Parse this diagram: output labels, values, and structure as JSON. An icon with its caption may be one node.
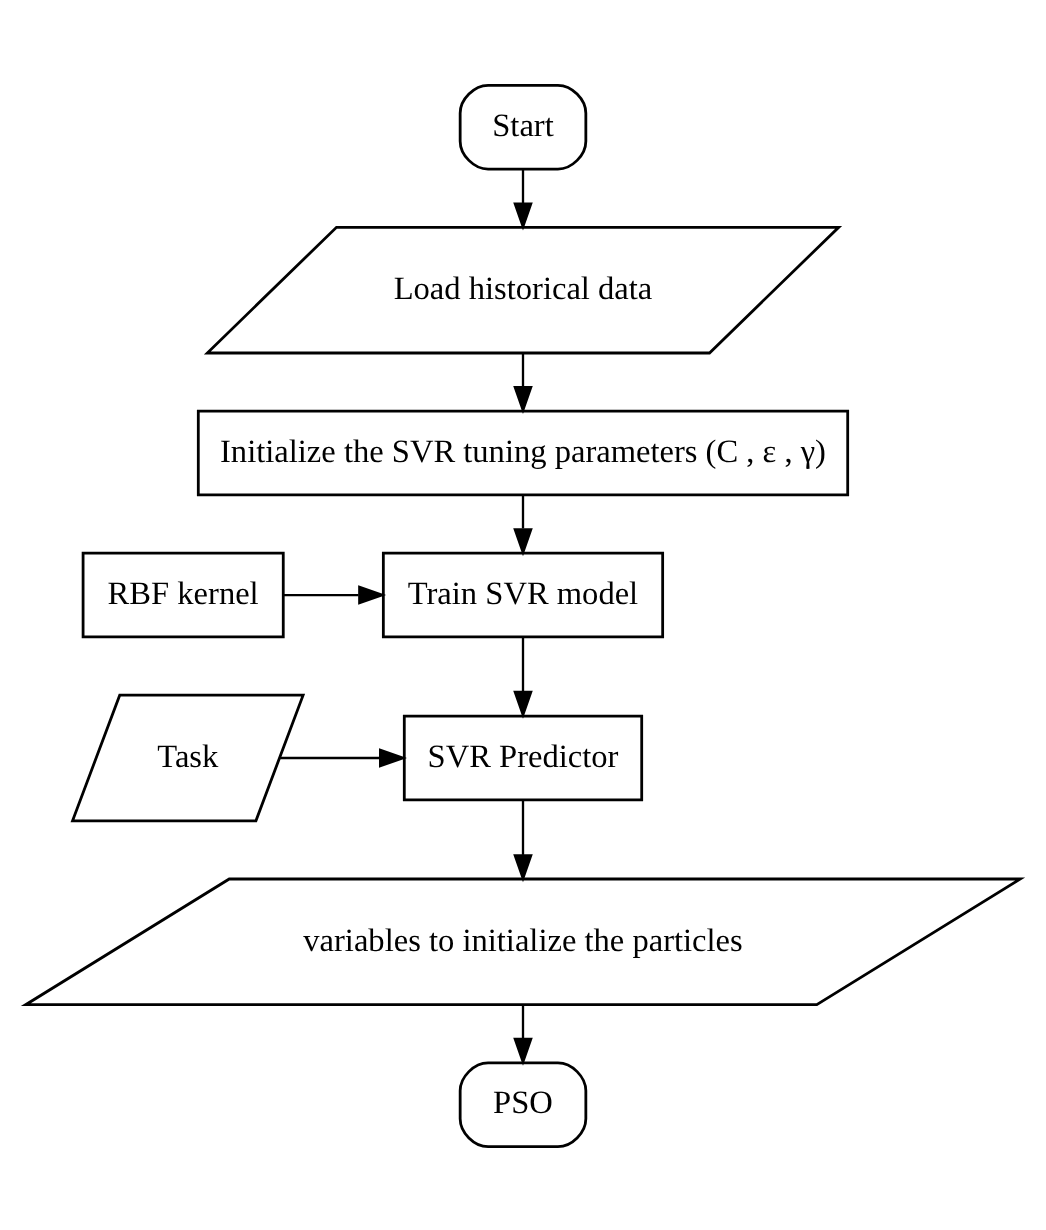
{
  "diagram": {
    "nodes": [
      {
        "text": [
          "Start"
        ]
      },
      {
        "text": [
          "Load historical data"
        ]
      },
      {
        "text": [
          "Initialize the SVR tuning parameters (C , ε , γ)"
        ]
      },
      {
        "text": [
          "RBF kernel"
        ]
      },
      {
        "text": [
          "Train SVR model"
        ]
      },
      {
        "text": [
          "Task"
        ]
      },
      {
        "text": [
          "SVR Predictor"
        ]
      },
      {
        "text": [
          "variables to initialize the particles"
        ]
      },
      {
        "text": [
          "PSO"
        ]
      }
    ],
    "edges": [
      {
        "from": 0,
        "to": 1,
        "arrow": "to"
      },
      {
        "from": 1,
        "to": 2,
        "arrow": "to"
      },
      {
        "from": 2,
        "to": 4,
        "arrow": "to"
      },
      {
        "from": 3,
        "to": 4,
        "arrow": "to"
      },
      {
        "from": 4,
        "to": 6,
        "arrow": "to"
      },
      {
        "from": 5,
        "to": 6,
        "arrow": "to"
      },
      {
        "from": 6,
        "to": 7,
        "arrow": "to"
      },
      {
        "from": 7,
        "to": 8,
        "arrow": "to"
      }
    ]
  }
}
